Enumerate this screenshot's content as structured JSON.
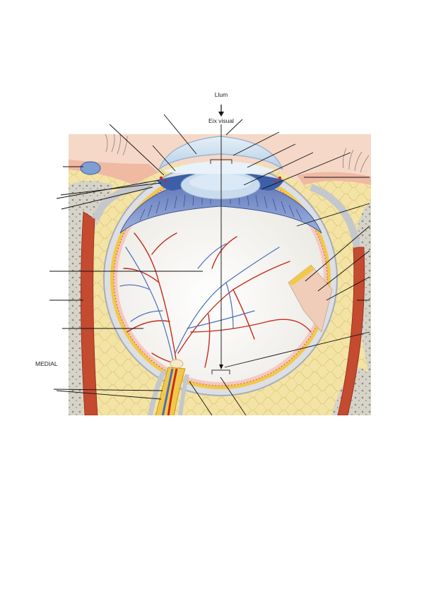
{
  "labels": {
    "light": "Llum",
    "visual_axis": "Eix visual",
    "medial": "MEDIAL"
  },
  "colors": {
    "bone": "#d9d6cc",
    "fat": "#f2e3a4",
    "muscle": "#c8452d",
    "sclera": "#f4f1ea",
    "choroid": "#f1c64a",
    "iris_ciliary": "#6f87c4",
    "cornea": "#cfe2f2",
    "artery": "#c62b1c",
    "vein": "#4a6fb8",
    "skin": "#efb7a0"
  }
}
